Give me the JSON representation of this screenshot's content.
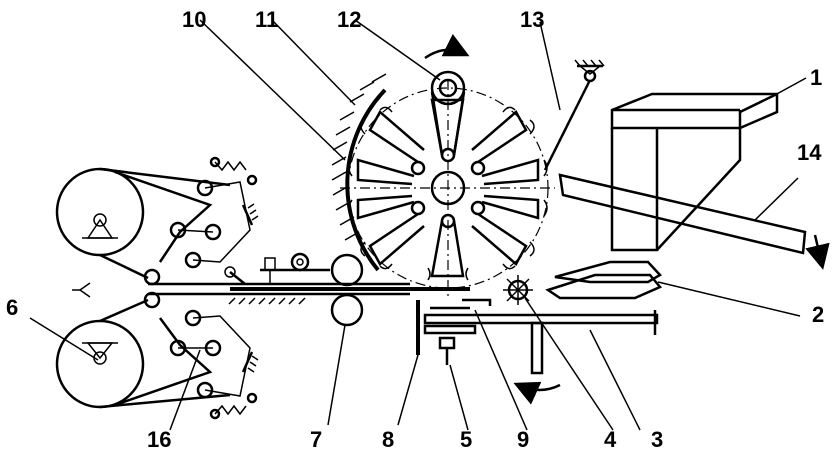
{
  "figure": {
    "labels": [
      {
        "id": "part-1",
        "text": "1"
      },
      {
        "id": "part-2",
        "text": "2"
      },
      {
        "id": "part-3",
        "text": "3"
      },
      {
        "id": "part-4",
        "text": "4"
      },
      {
        "id": "part-5",
        "text": "5"
      },
      {
        "id": "part-6",
        "text": "6"
      },
      {
        "id": "part-7",
        "text": "7"
      },
      {
        "id": "part-8",
        "text": "8"
      },
      {
        "id": "part-9",
        "text": "9"
      },
      {
        "id": "part-10",
        "text": "10"
      },
      {
        "id": "part-11",
        "text": "11"
      },
      {
        "id": "part-12",
        "text": "12"
      },
      {
        "id": "part-13",
        "text": "13"
      },
      {
        "id": "part-14",
        "text": "14"
      },
      {
        "id": "part-16",
        "text": "16"
      }
    ]
  }
}
